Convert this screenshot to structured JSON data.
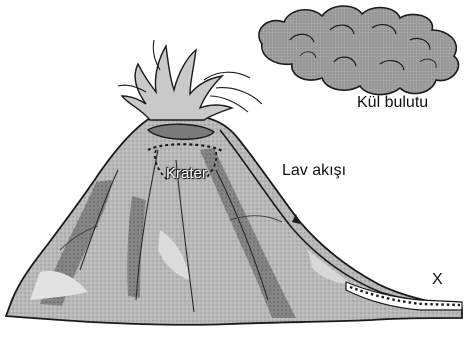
{
  "diagram": {
    "labels": {
      "ash_cloud": "Kül bulutu",
      "lava_flow": "Lav akışı",
      "crater": "Krater",
      "point_x": "X"
    }
  },
  "colors": {
    "mountain_fill": "#b5b5b5",
    "mountain_shadow": "#7d7d7d",
    "mountain_light": "#dedede",
    "outline": "#1a1a1a",
    "cloud_fill": "#9a9a9a",
    "smoke_fill": "#c8c8c8"
  }
}
